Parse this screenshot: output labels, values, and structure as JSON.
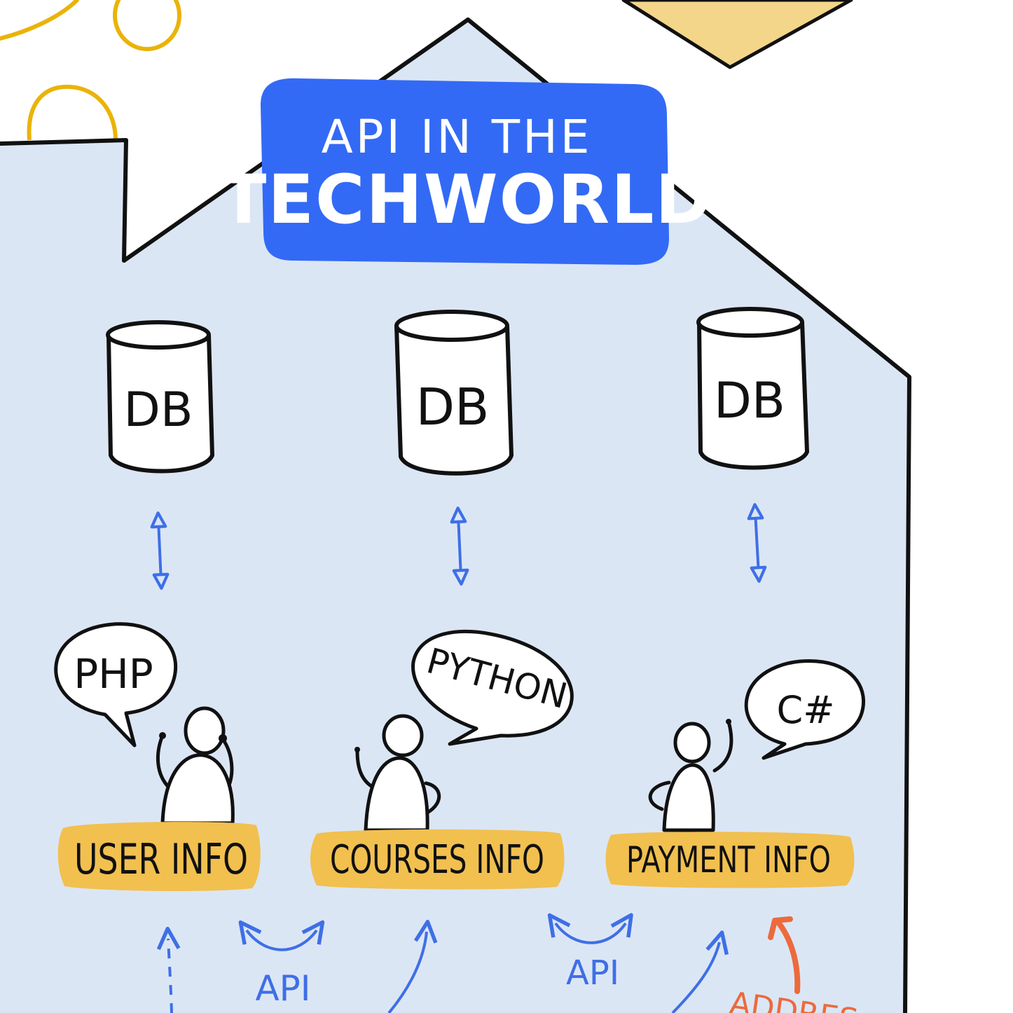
{
  "title": {
    "line1": "API IN THE",
    "line2": "TECHWORLD"
  },
  "databases": [
    {
      "label": "DB"
    },
    {
      "label": "DB"
    },
    {
      "label": "DB"
    }
  ],
  "speech": [
    {
      "label": "PHP"
    },
    {
      "label": "PYTHON"
    },
    {
      "label": "C#"
    }
  ],
  "services": [
    {
      "label": "USER INFO"
    },
    {
      "label": "COURSES INFO"
    },
    {
      "label": "PAYMENT INFO"
    }
  ],
  "connectors": [
    {
      "label": "API"
    },
    {
      "label": "API"
    }
  ],
  "partial_label": "ADDRES",
  "colors": {
    "house_fill": "#dbe6f5",
    "title_box": "#336af5",
    "service_box": "#f1c04f",
    "arrow_blue": "#3f6fe6",
    "arrow_orange": "#ec6a3c",
    "deco_yellow": "#eab308",
    "deco_tan": "#f3d68a",
    "stroke": "#111111"
  }
}
